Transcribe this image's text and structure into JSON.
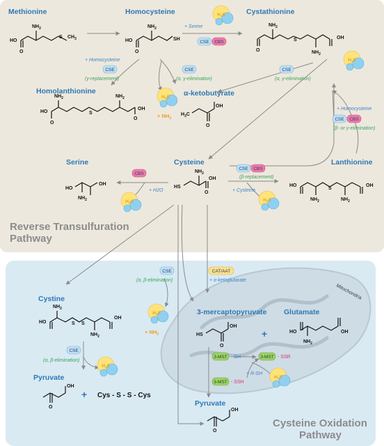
{
  "molecules": {
    "methionine": "Methionine",
    "homocysteine": "Homocysteine",
    "cystathionine": "Cystathionine",
    "homolanthionine": "Homolanthionine",
    "alpha_ketobutyrate": "α-ketobutyrate",
    "serine": "Serine",
    "cysteine": "Cysteine",
    "lanthionine": "Lanthionine",
    "cystine": "Cystine",
    "mercaptopyruvate": "3-mercaptopyruvate",
    "glutamate": "Glutamate",
    "pyruvate_left": "Pyruvate",
    "pyruvate_bottom": "Pyruvate"
  },
  "enzymes": {
    "cse": "CSE",
    "cbs": "CBS",
    "cat_aat": "CAT/AAT",
    "mst": "3-MST"
  },
  "reaction_notes": {
    "plus_serine": "+ Serine",
    "plus_homocysteine_1": "+ Homocysteine",
    "gamma_replacement": "(γ-replacement)",
    "alpha_gamma_elim_1": "(α, γ-elimination)",
    "alpha_gamma_elim_2": "(α, γ-elimination)",
    "plus_homocysteine_2": "+ Homocysteine",
    "beta_or_gamma_elim": "(β- or γ-elimination)",
    "plus_h2o": "+ H2O",
    "beta_replacement": "(β-replacement)",
    "plus_cysteine": "+ Cysteine",
    "alpha_beta_elim_1": "(α, β-elimination)",
    "plus_ketoglutarate": "+ α-ketoglutarate",
    "alpha_beta_elim_2": "(α, β-elimination)",
    "plus_rsh": "+ R-SH"
  },
  "products": {
    "nh3_1": "+ NH",
    "nh3_1_sub": "3",
    "nh3_2": "+ NH",
    "nh3_2_sub": "3"
  },
  "h2s": {
    "label": "H",
    "sub": "2",
    "tail": "S"
  },
  "mst_reactions": {
    "sh": "- SH",
    "ssr": "- SSR",
    "ssh": "- SSH"
  },
  "sections": {
    "reverse_line1": "Reverse Transulfuration",
    "reverse_line2": "Pathway",
    "oxidation_line1": "Cysteine Oxidation",
    "oxidation_line2": "Pathway",
    "mitochondria": "Mitochondria"
  },
  "cys_product": "Cys - S - S - Cys",
  "plus_sign": "+",
  "atoms": {
    "nh2": "NH",
    "nh2_sub": "2",
    "ho": "HO",
    "oh": "OH",
    "o": "O",
    "s": "S",
    "sh": "SH",
    "hs": "HS",
    "ch3": "CH",
    "ch3_sub": "3",
    "h3c": "H",
    "h3c_sub": "3",
    "h3c_tail": "C"
  },
  "colors": {
    "top_panel": "#ede8dd",
    "bottom_panel": "#d9eaf3",
    "pathway_blue": "#2f78b4",
    "cse_pill": "#bfe0f5",
    "cbs_pill": "#f07aa8",
    "mst_pill": "#9ed26a",
    "cat_pill": "#ffe08a",
    "h2s_yellow": "#fde37a",
    "h2s_blue": "#8fd0f0"
  }
}
